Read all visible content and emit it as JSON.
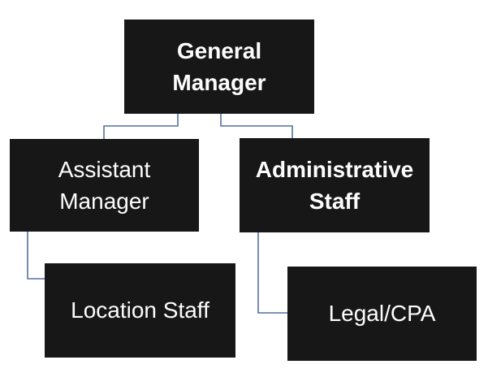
{
  "diagram": {
    "type": "org-chart",
    "nodes": [
      {
        "id": "general-manager",
        "label": "General\nManager",
        "bold": true,
        "level": 1,
        "parent": null
      },
      {
        "id": "assistant-manager",
        "label": "Assistant\nManager",
        "bold": false,
        "level": 2,
        "parent": "general-manager"
      },
      {
        "id": "administrative-staff",
        "label": "Administrative\nStaff",
        "bold": true,
        "level": 2,
        "parent": "general-manager"
      },
      {
        "id": "location-staff",
        "label": "Location Staff",
        "bold": false,
        "level": 3,
        "parent": "assistant-manager"
      },
      {
        "id": "legal-cpa",
        "label": "Legal/CPA",
        "bold": false,
        "level": 3,
        "parent": "administrative-staff"
      }
    ],
    "colors": {
      "box_fill": "#171717",
      "box_text": "#fdfdfd",
      "connector": "#54719e",
      "background": "#ffffff"
    }
  }
}
